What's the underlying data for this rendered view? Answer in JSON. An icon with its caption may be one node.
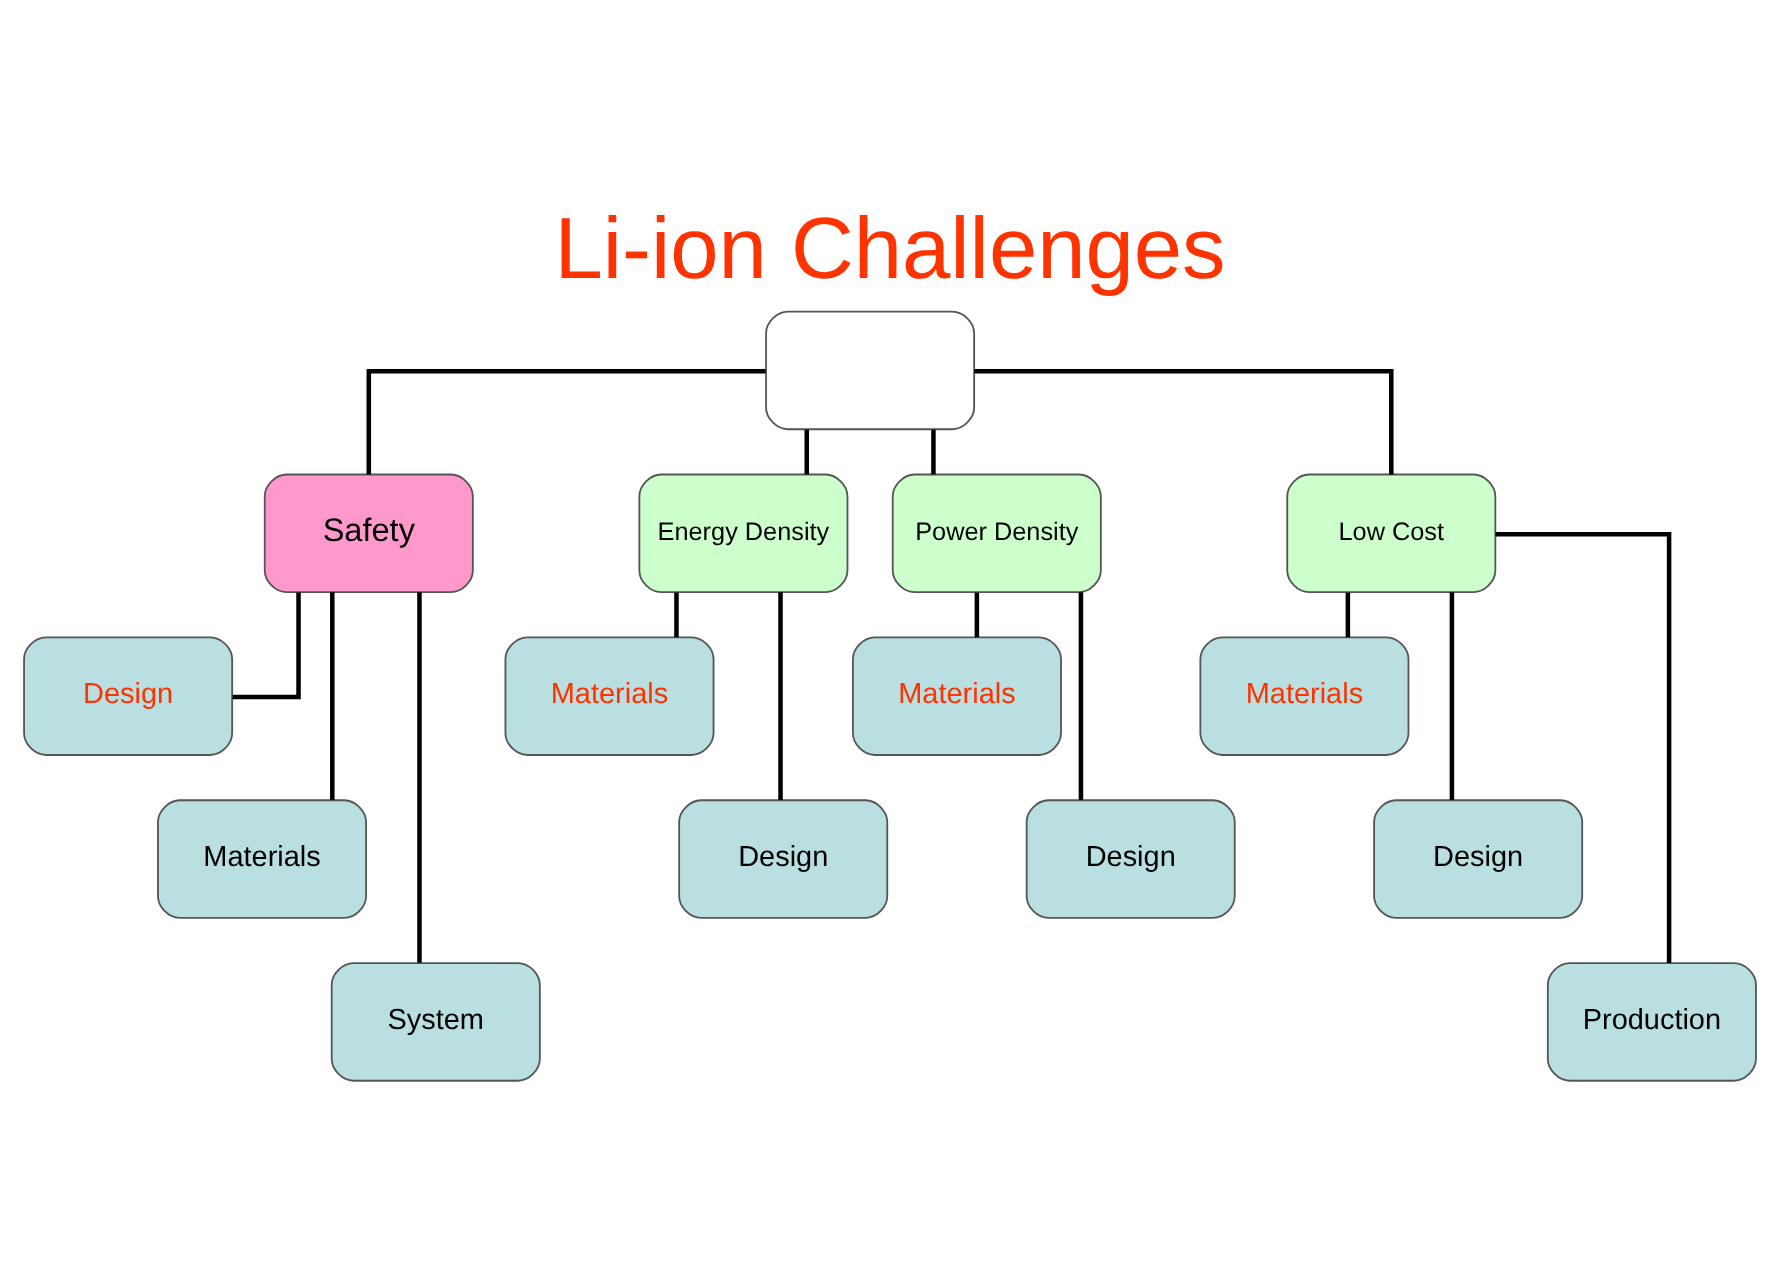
{
  "diagram": {
    "title": "Li-ion Challenges",
    "nodes": [
      {
        "text": [],
        "shape": "box"
      },
      {
        "text": [
          "Safety"
        ]
      },
      {
        "text": [
          "Energy Density"
        ]
      },
      {
        "text": [
          "Power Density"
        ]
      },
      {
        "text": [
          "Low Cost"
        ]
      },
      {
        "text": [
          "Design"
        ]
      },
      {
        "text": [
          "Materials"
        ]
      },
      {
        "text": [
          "System"
        ]
      },
      {
        "text": [
          "Materials"
        ]
      },
      {
        "text": [
          "Design"
        ]
      },
      {
        "text": [
          "Materials"
        ]
      },
      {
        "text": [
          "Design"
        ]
      },
      {
        "text": [
          "Materials"
        ]
      },
      {
        "text": [
          "Design"
        ]
      },
      {
        "text": [
          "Production"
        ]
      }
    ],
    "edges": [
      {
        "from": 0,
        "to": 1,
        "arrow": "none"
      },
      {
        "from": 0,
        "to": 2,
        "arrow": "none"
      },
      {
        "from": 0,
        "to": 3,
        "arrow": "none"
      },
      {
        "from": 0,
        "to": 4,
        "arrow": "none"
      },
      {
        "from": 1,
        "to": 5,
        "arrow": "none"
      },
      {
        "from": 1,
        "to": 6,
        "arrow": "none"
      },
      {
        "from": 1,
        "to": 7,
        "arrow": "none"
      },
      {
        "from": 2,
        "to": 8,
        "arrow": "none"
      },
      {
        "from": 2,
        "to": 9,
        "arrow": "none"
      },
      {
        "from": 3,
        "to": 10,
        "arrow": "none"
      },
      {
        "from": 3,
        "to": 11,
        "arrow": "none"
      },
      {
        "from": 4,
        "to": 12,
        "arrow": "none"
      },
      {
        "from": 4,
        "to": 13,
        "arrow": "none"
      },
      {
        "from": 4,
        "to": 14,
        "arrow": "none"
      }
    ]
  }
}
